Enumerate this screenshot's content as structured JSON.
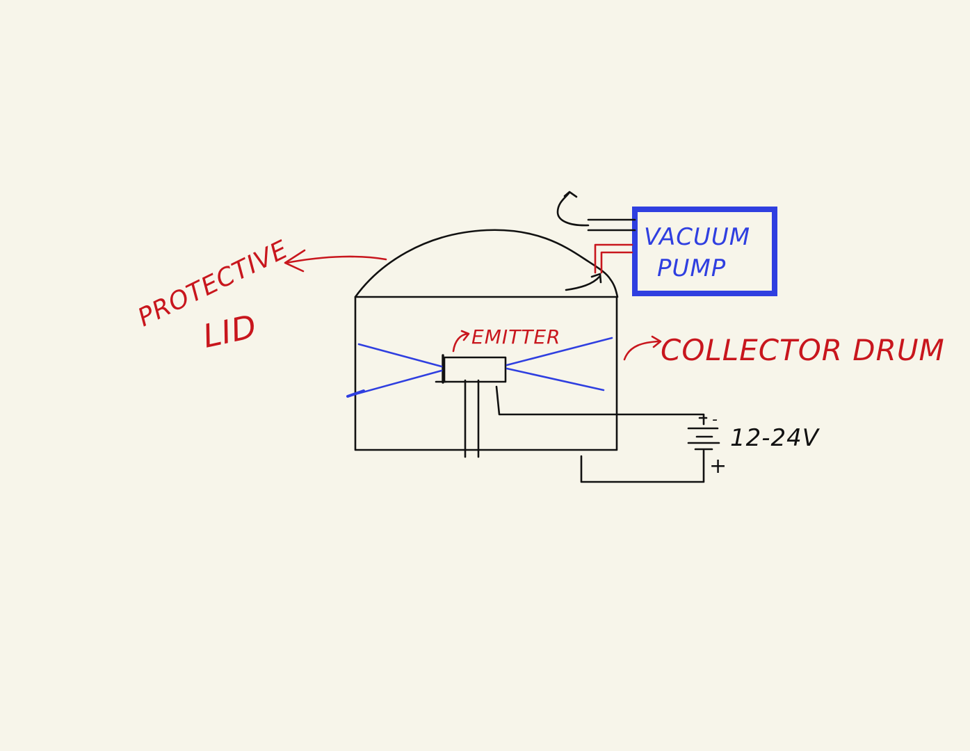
{
  "colors": {
    "background": "#f7f5ea",
    "black_ink": "#111111",
    "red_ink": "#c8161d",
    "blue_ink": "#2f3fe0"
  },
  "labels": {
    "protective_lid_line1": "PROTECTIVE",
    "protective_lid_line2": "LID",
    "emitter": "EMITTER",
    "collector_drum": "COLLECTOR DRUM",
    "vacuum_pump_line1": "VACUUM",
    "vacuum_pump_line2": "PUMP",
    "voltage": "12-24V",
    "battery_minus": "-",
    "battery_plus": "+"
  }
}
